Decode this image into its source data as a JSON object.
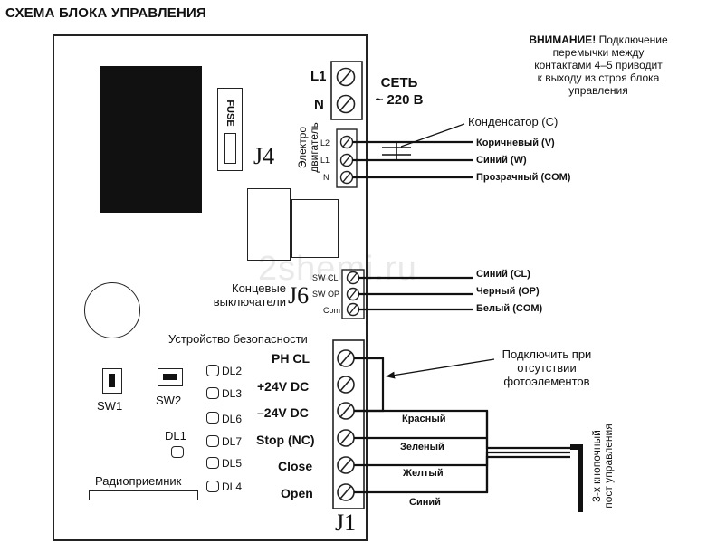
{
  "title": "СХЕМА БЛОКА УПРАВЛЕНИЯ",
  "watermark": "2shemi.ru",
  "warning": {
    "heading": "ВНИМАНИЕ!",
    "line1": "Подключение",
    "line2": "перемычки между",
    "line3": "контактами 4–5 приводит",
    "line4": "к выходу из строя блока",
    "line5": "управления"
  },
  "mains": {
    "l1": "L1",
    "n": "N",
    "label_line1": "СЕТЬ",
    "label_line2": "~ 220 В"
  },
  "fuse": "FUSE",
  "connector_j4": {
    "name": "J4",
    "caption_line1": "Электро",
    "caption_line2": "двигатель",
    "pins": [
      "L2",
      "L1",
      "N"
    ],
    "wires": [
      "Коричневый (V)",
      "Синий (W)",
      "Прозрачный (COM)"
    ],
    "capacitor": "Конденсатор (С)"
  },
  "connector_j6": {
    "name": "J6",
    "caption_line1": "Концевые",
    "caption_line2": "выключатели",
    "pins": [
      "SW CL",
      "SW OP",
      "Com"
    ],
    "wires": [
      "Синий (CL)",
      "Черный (OP)",
      "Белый (COM)"
    ]
  },
  "connector_j1": {
    "name": "J1",
    "section_label": "Устройство безопасности",
    "pins": [
      "PH CL",
      "+24V DC",
      "–24V DC",
      "Stop (NC)",
      "Close",
      "Open"
    ],
    "wires": [
      "Красный",
      "Зеленый",
      "Желтый",
      "Синий"
    ],
    "jumper_note_line1": "Подключить при",
    "jumper_note_line2": "отсутствии",
    "jumper_note_line3": "фотоэлементов",
    "post_line1": "3-х  кнопочный",
    "post_line2": "пост управления"
  },
  "leds": [
    "DL2",
    "DL3",
    "DL6",
    "DL7",
    "DL5",
    "DL4"
  ],
  "led_dl1": "DL1",
  "switches": [
    "SW1",
    "SW2"
  ],
  "radio": "Радиоприемник"
}
